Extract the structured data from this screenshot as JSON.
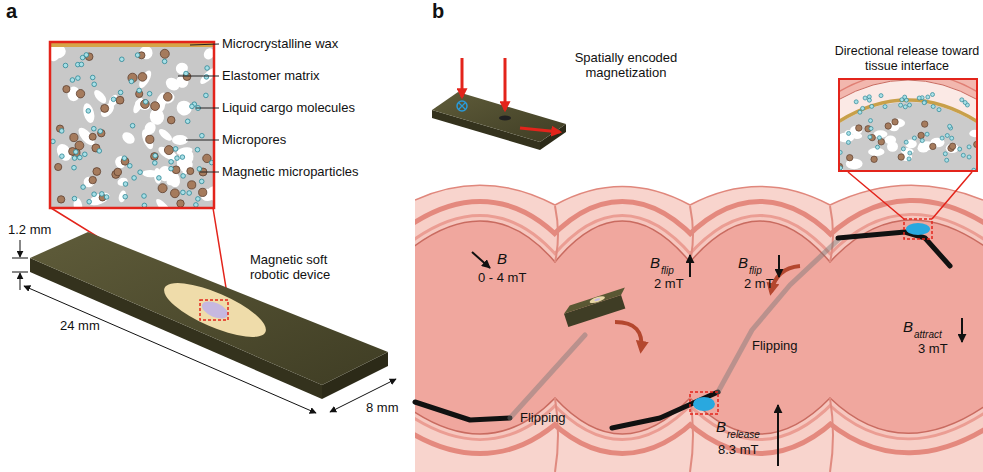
{
  "diagram": {
    "nodes": [
      {
        "text": [
          "Directional release toward tissue interface"
        ]
      }
    ],
    "labels": [
      "a",
      "Microcrystalline wax",
      "Elastomer matrix",
      "Liquid cargo molecules",
      "Micropores",
      "Magnetic microparticles",
      "1.2 mm",
      "Magnetic soft robotic device",
      "24 mm",
      "8 mm",
      "b",
      "Spatially encoded magnetization",
      "B",
      "0 - 4 mT",
      "B",
      "flip",
      "2 mT",
      "B",
      "flip",
      "2 mT",
      "B",
      "attract",
      "3 mT",
      "Flipping",
      "Flipping",
      "B",
      "release",
      "8.3 mT"
    ]
  }
}
